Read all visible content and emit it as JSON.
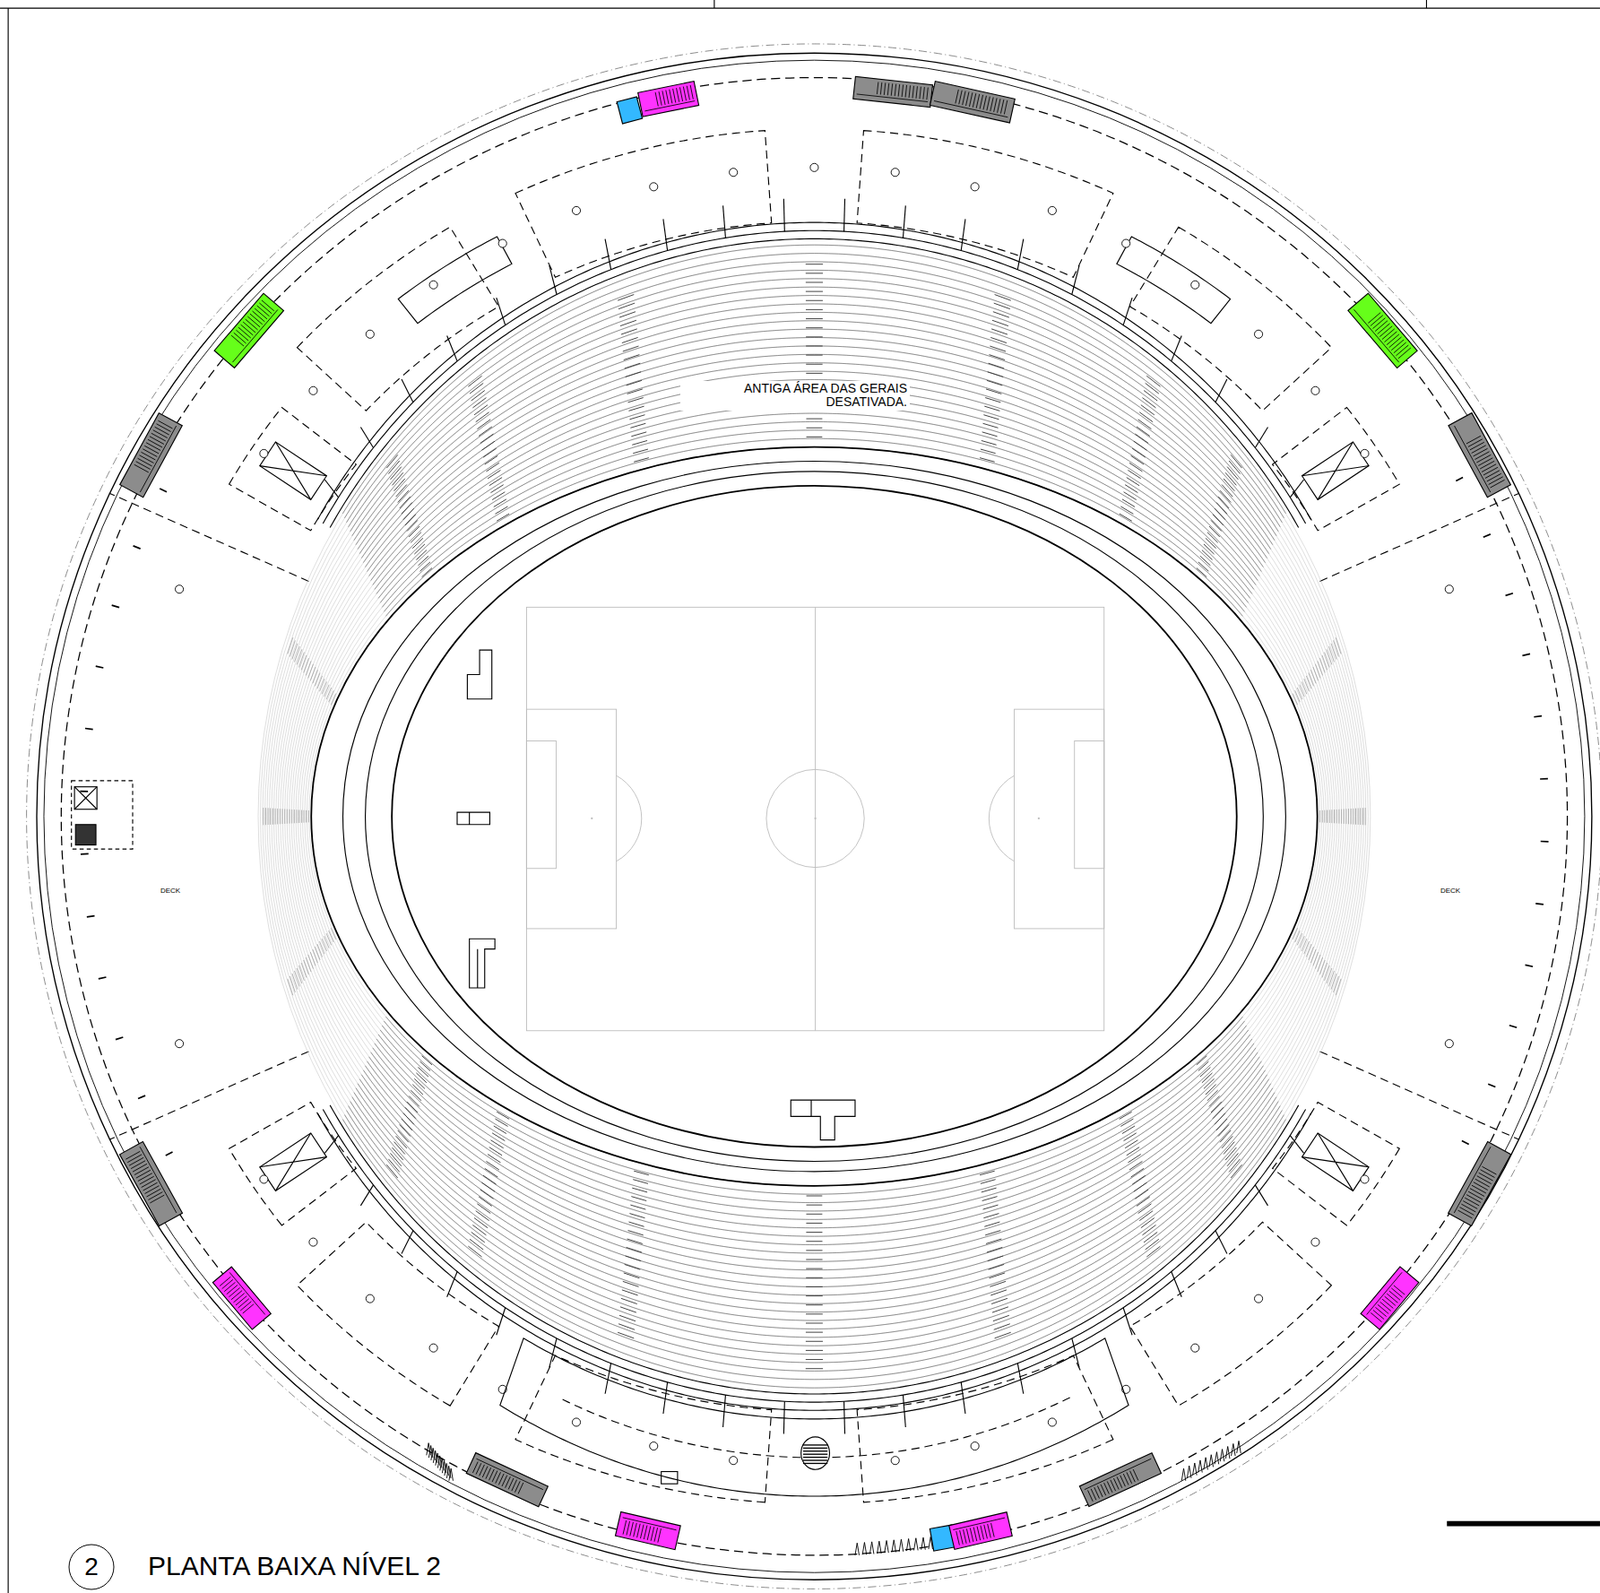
{
  "diagram": {
    "title": "PLANTA BAIXA NÍVEL 2",
    "nodes": [
      {
        "text": [
          "2"
        ]
      }
    ],
    "labels": [
      "ANTIGA ÁREA DAS GERAIS DESATIVADA.",
      "DECK",
      "DECK"
    ]
  }
}
